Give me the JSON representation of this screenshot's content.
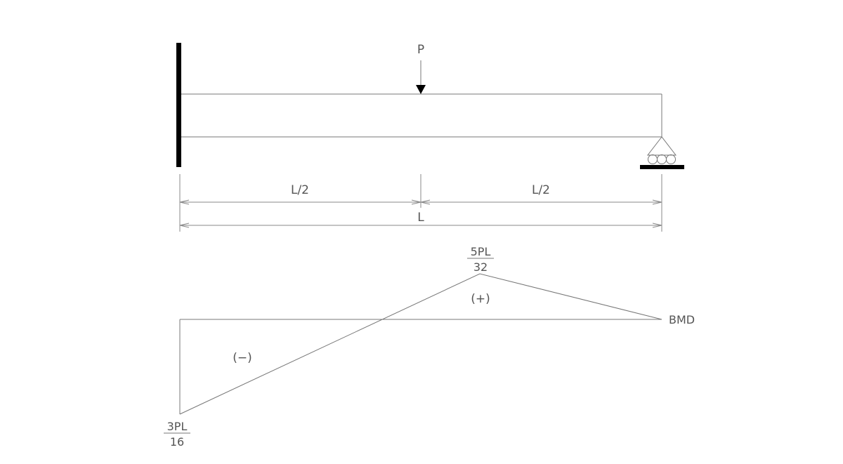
{
  "beam": {
    "load_label": "P",
    "support_left": "fixed",
    "support_right": "roller",
    "colors": {
      "line": "#777777",
      "support": "#000000",
      "text": "#555555"
    }
  },
  "dimensions": {
    "left_half": "L/2",
    "right_half": "L/2",
    "total": "L"
  },
  "bmd": {
    "label": "BMD",
    "max_positive": {
      "numerator": "5PL",
      "denominator": "32"
    },
    "max_negative": {
      "numerator": "3PL",
      "denominator": "16"
    },
    "positive_sign": "(+)",
    "negative_sign": "(−)"
  }
}
